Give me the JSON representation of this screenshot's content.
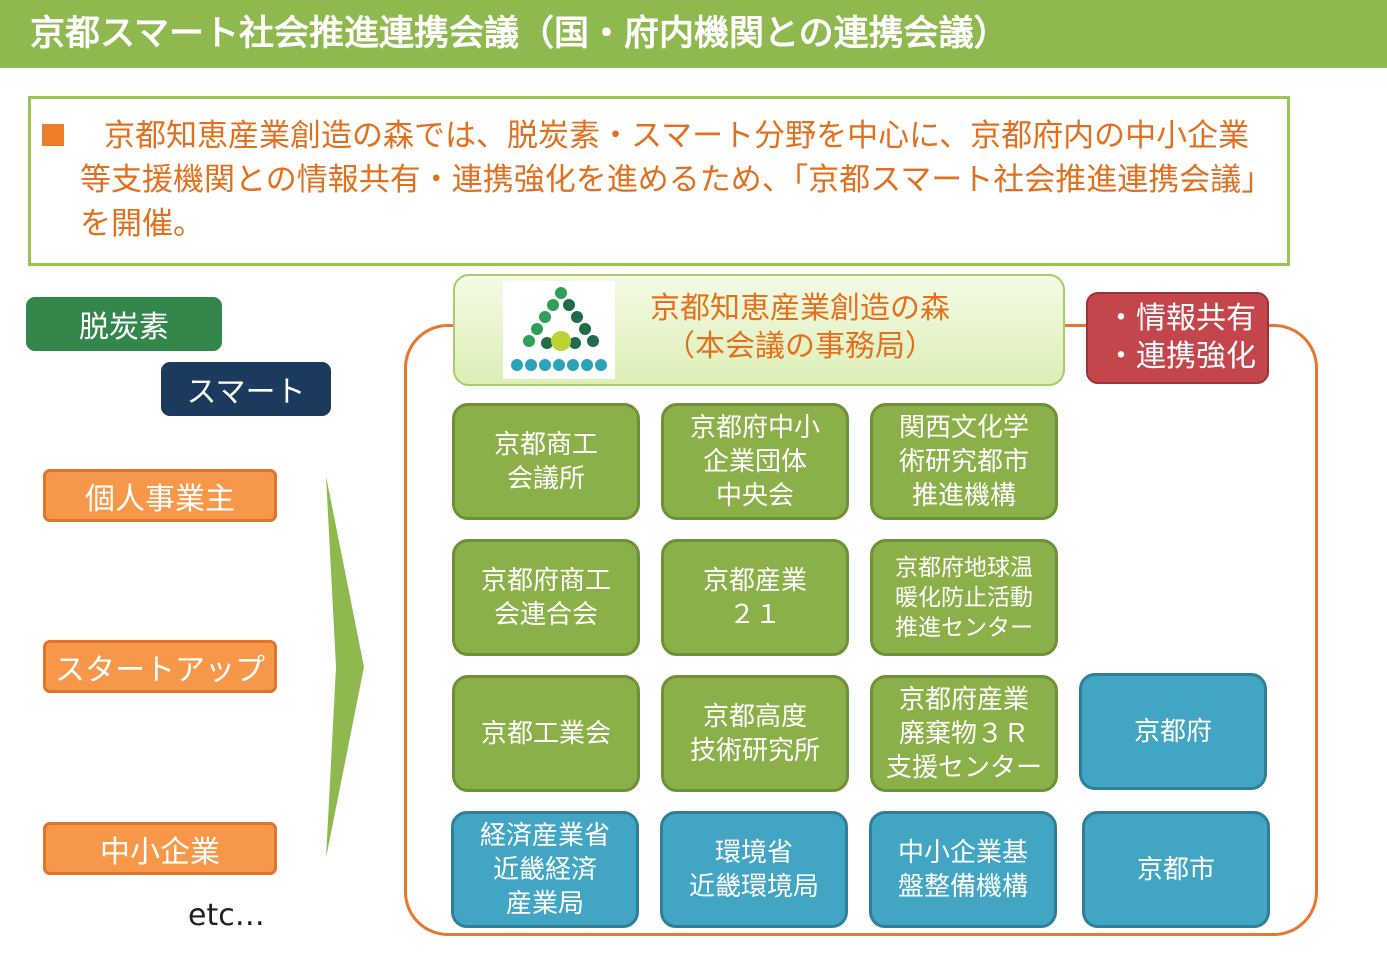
{
  "title": "京都スマート社会推進連携会議（国・府内機関との連携会議）",
  "intro": {
    "bullet": "■",
    "text": "京都知恵産業創造の森では、脱炭素・スマート分野を中心に、京都府内の中小企業等支援機関との情報共有・連携強化を進めるため、「京都スマート社会推進連携会議」を開催。"
  },
  "fields": [
    "脱炭素",
    "スマート"
  ],
  "segments": [
    "個人事業主",
    "スタートアップ",
    "中小企業"
  ],
  "etc": "etc…",
  "secretariat": {
    "name": "京都知恵産業創造の森",
    "role": "（本会議の事務局）"
  },
  "info_box": [
    "・情報共有",
    "・連携強化"
  ],
  "organizations": [
    {
      "name": "京都商工\n会議所",
      "category": "support"
    },
    {
      "name": "京都府中小\n企業団体\n中央会",
      "category": "support"
    },
    {
      "name": "関西文化学\n術研究都市\n推進機構",
      "category": "support"
    },
    {
      "name": "京都府商工\n会連合会",
      "category": "support"
    },
    {
      "name": "京都産業\n２１",
      "category": "support"
    },
    {
      "name": "京都府地球温\n暖化防止活動\n推進センター",
      "category": "support"
    },
    {
      "name": "京都工業会",
      "category": "support"
    },
    {
      "name": "京都高度\n技術研究所",
      "category": "support"
    },
    {
      "name": "京都府産業\n廃棄物３Ｒ\n支援センター",
      "category": "support"
    },
    {
      "name": "京都府",
      "category": "government"
    },
    {
      "name": "経済産業省\n近畿経済\n産業局",
      "category": "government"
    },
    {
      "name": "環境省\n近畿環境局",
      "category": "government"
    },
    {
      "name": "中小企業基\n盤整備機構",
      "category": "government"
    },
    {
      "name": "京都市",
      "category": "government"
    }
  ],
  "colors": {
    "title_bar": "#8fb94f",
    "accent_orange": "#e3701e",
    "support_org": "#8bb04a",
    "government_org": "#43a5c4",
    "info_box": "#c2464b",
    "field_green": "#34874a",
    "field_navy": "#1c3a5e",
    "segment": "#f7974a"
  }
}
